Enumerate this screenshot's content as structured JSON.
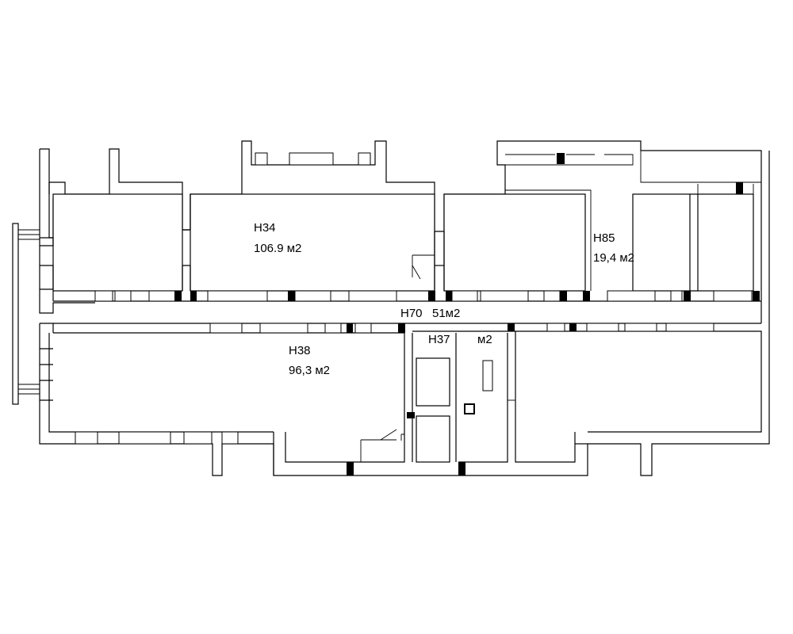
{
  "rooms": {
    "h34": {
      "name": "Н34",
      "area": "106.9 м2"
    },
    "h85": {
      "name": "Н85",
      "area": "19,4 м2"
    },
    "h70": {
      "name": "Н70",
      "area": "51м2"
    },
    "h37": {
      "name": "Н37",
      "area": "м2"
    },
    "h38": {
      "name": "Н38",
      "area": "96,3 м2"
    }
  }
}
